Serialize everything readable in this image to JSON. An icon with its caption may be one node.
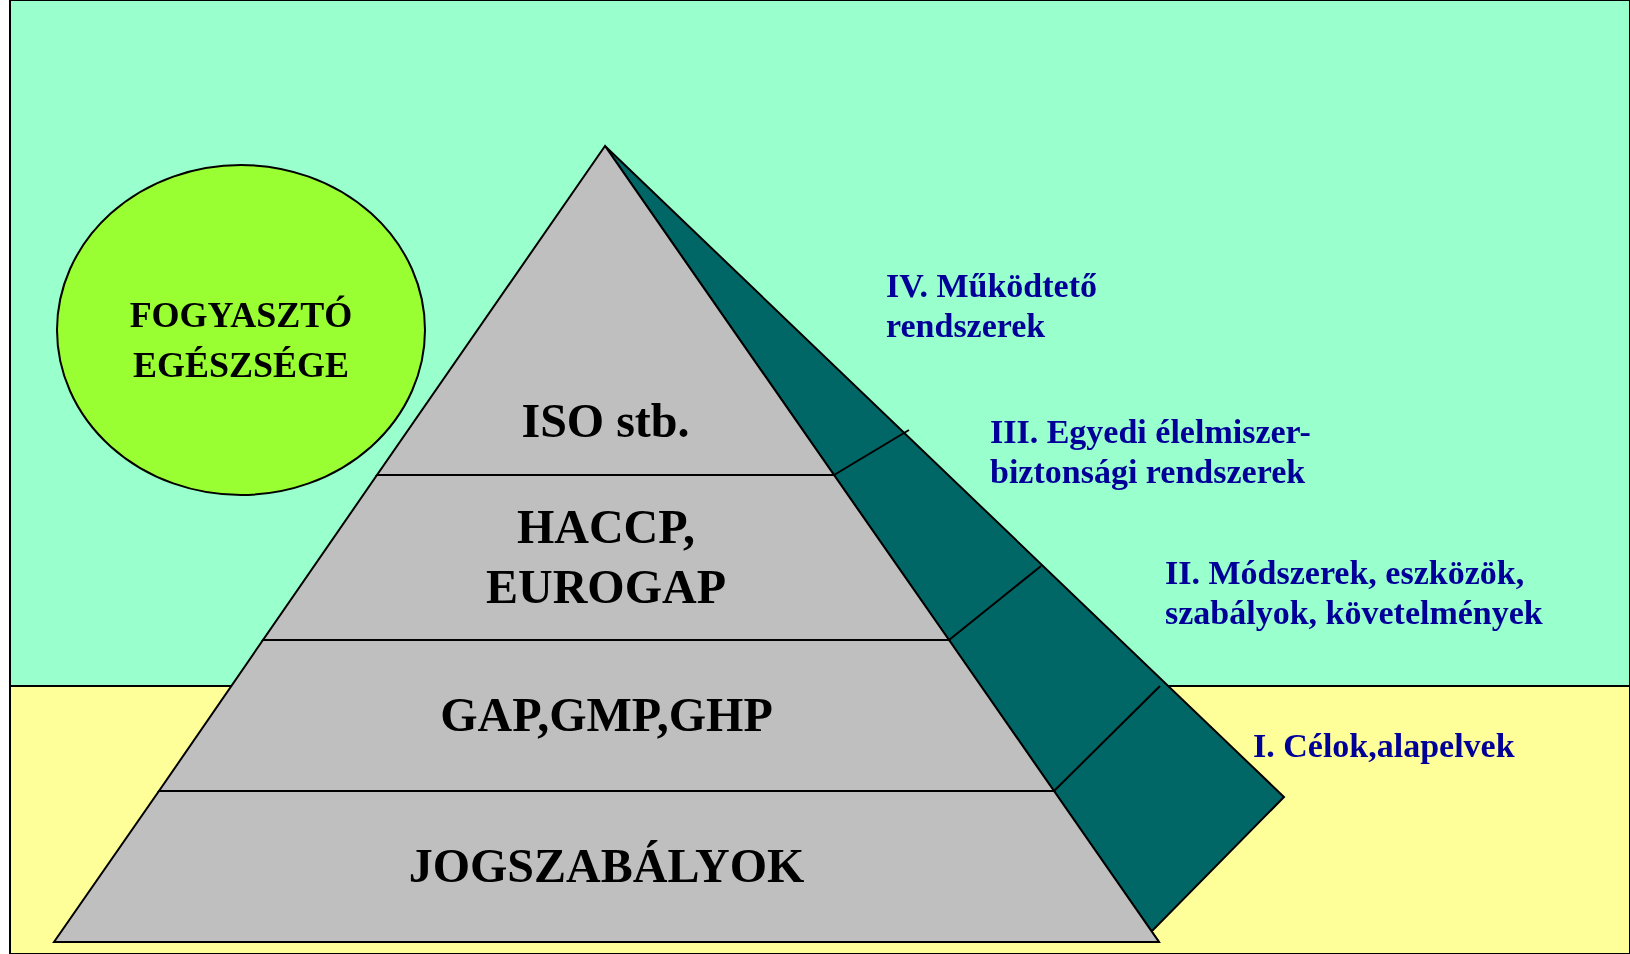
{
  "diagram": {
    "nodes": [
      {
        "text": [
          "FOGYASZTÓ EGÉSZSÉGE"
        ]
      },
      {
        "text": [
          "ISO stb."
        ]
      },
      {
        "text": [
          "HACCP, EUROGAP"
        ]
      },
      {
        "text": [
          "GAP,GMP,GHP"
        ]
      },
      {
        "text": [
          "JOGSZABÁLYOK"
        ]
      }
    ],
    "labels": [
      "IV. Működtető rendszerek",
      "III. Egyedi élelmiszer-biztonsági rendszerek",
      "II. Módszerek, eszközök, szabályok, követelmények",
      "I. Célok,alapelvek"
    ]
  }
}
